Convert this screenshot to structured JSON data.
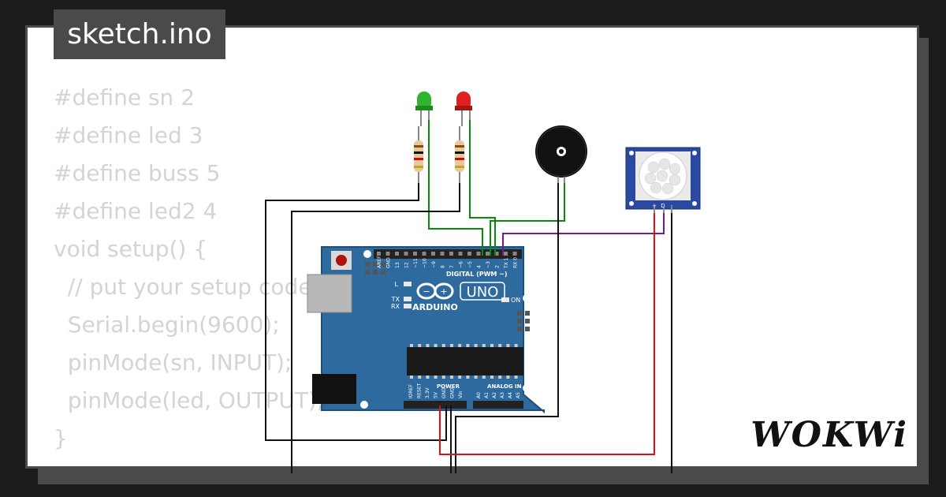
{
  "title": "sketch.ino",
  "code_lines": [
    "#define sn 2",
    "#define led 3",
    "#define buss 5",
    "#define led2 4",
    "void setup() {",
    "  // put your setup code here, to run once:",
    "  Serial.begin(9600);",
    "  pinMode(sn, INPUT);",
    "  pinMode(led, OUTPUT);",
    "}"
  ],
  "board": {
    "brand": "ARDUINO",
    "model": "UNO",
    "digital_label": "DIGITAL (PWM ~)",
    "analog_label": "ANALOG IN",
    "power_label": "POWER",
    "on_label": "ON",
    "led_labels": [
      "L",
      "TX",
      "RX"
    ],
    "top_pins": [
      "AREF",
      "GND",
      "13",
      "12",
      "~11",
      "~10",
      "~9",
      "8",
      "7",
      "~6",
      "~5",
      "4",
      "~3",
      "2",
      "TX 1",
      "RX 0"
    ],
    "power_pins": [
      "IOREF",
      "RESET",
      "3.3V",
      "5V",
      "GND",
      "GND",
      "Vin"
    ],
    "analog_pins": [
      "A0",
      "A1",
      "A2",
      "A3",
      "A4",
      "A5"
    ]
  },
  "pir_pins": [
    "+",
    "D",
    "-"
  ],
  "logo": "WOKWi",
  "colors": {
    "background": "#1c1c1c",
    "frame": "#4a4a4a",
    "board_blue": "#2e6a9e",
    "wire_green": "#0a8a0a",
    "wire_purple": "#7a1a8a",
    "wire_red": "#e01010",
    "wire_black": "#111111",
    "led_green": "#2fb52f",
    "led_red": "#e02020",
    "code_text": "#d4d4d4"
  }
}
